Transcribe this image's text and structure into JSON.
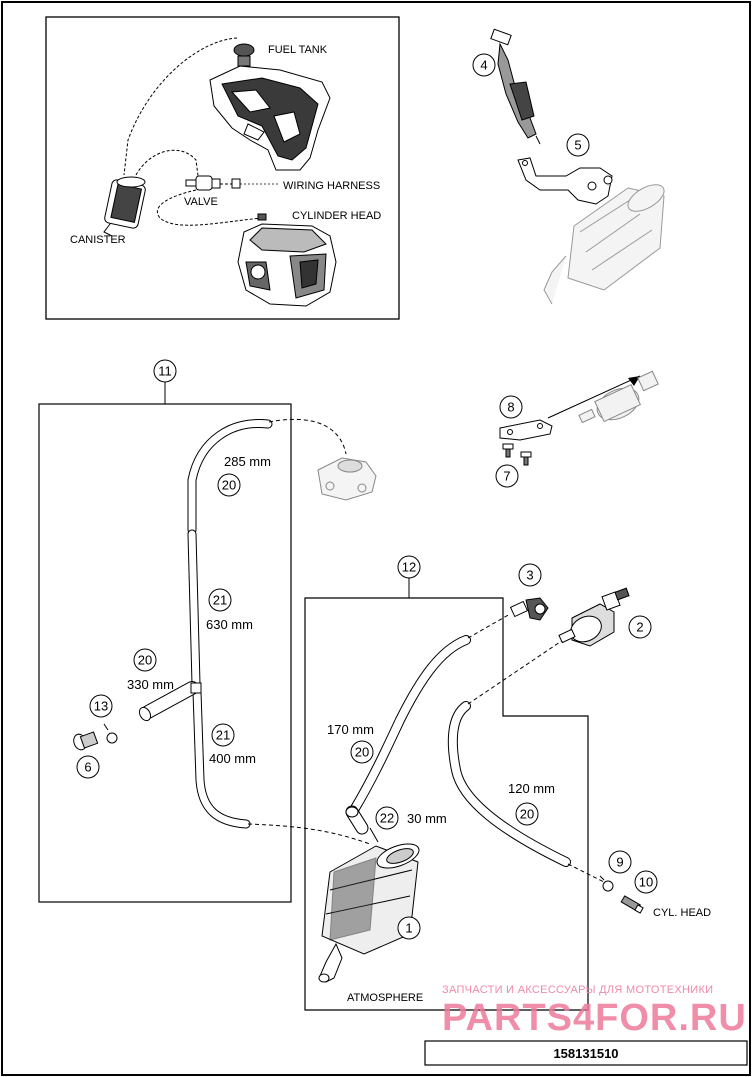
{
  "overview": {
    "fuel_tank": "FUEL TANK",
    "wiring_harness": "WIRING HARNESS",
    "valve": "VALVE",
    "canister": "CANISTER",
    "cylinder_head": "CYLINDER HEAD"
  },
  "callouts": {
    "c1": "1",
    "c2": "2",
    "c3": "3",
    "c4": "4",
    "c5": "5",
    "c6": "6",
    "c7": "7",
    "c8": "8",
    "c9": "9",
    "c10": "10",
    "c11": "11",
    "c12": "12",
    "c13": "13",
    "c20a": "20",
    "c20b": "20",
    "c20c": "20",
    "c20d": "20",
    "c21a": "21",
    "c21b": "21",
    "c22": "22"
  },
  "measurements": {
    "m285": "285 mm",
    "m630": "630 mm",
    "m330": "330 mm",
    "m400": "400 mm",
    "m170": "170 mm",
    "m30": "30 mm",
    "m120": "120 mm"
  },
  "labels": {
    "atmosphere": "ATMOSPHERE",
    "cyl_head": "CYL. HEAD"
  },
  "footer": {
    "part_number": "158131510",
    "watermark_line1": "ЗАПЧАСТИ И АКСЕССУАРЫ ДЛЯ МОТОТЕХНИКИ",
    "watermark_line2": "PARTS4FOR.RU"
  }
}
